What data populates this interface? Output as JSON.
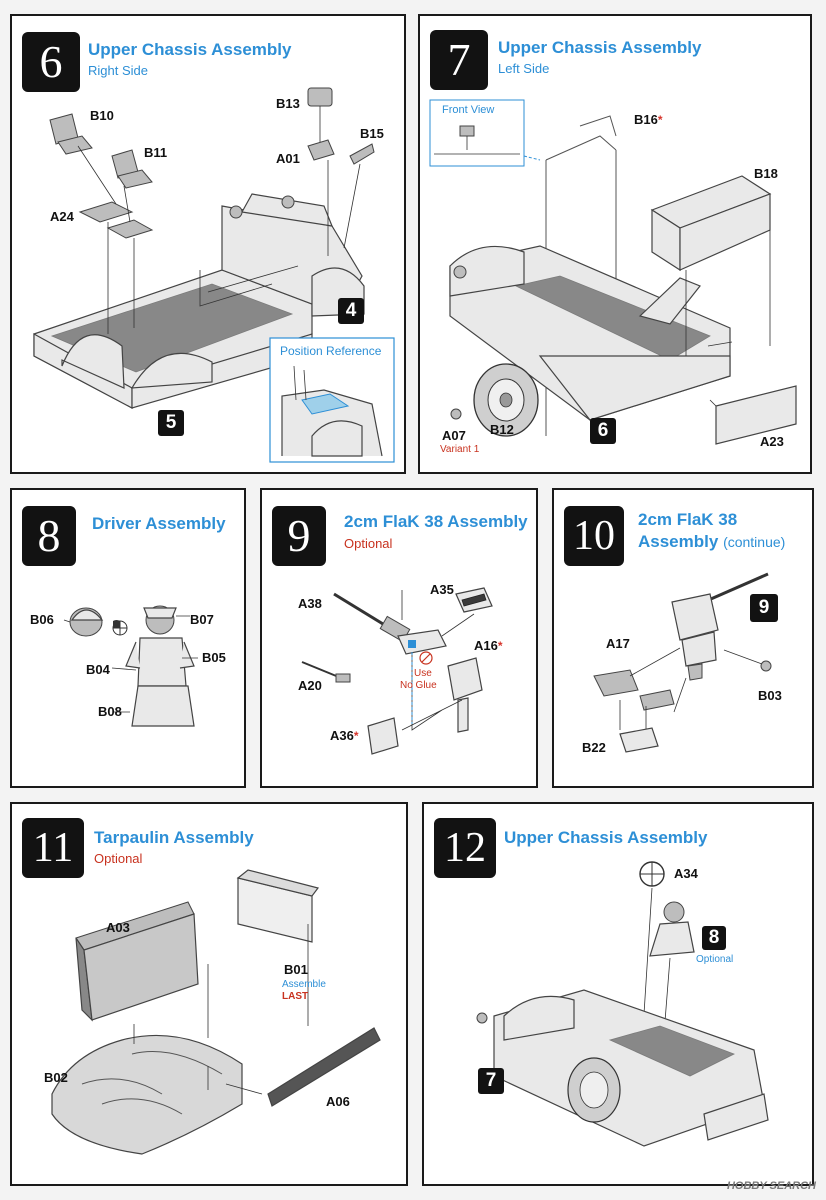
{
  "steps": [
    {
      "number": "6",
      "title": "Upper Chassis Assembly",
      "subtitle": "Right Side",
      "parts": [
        "B10",
        "B11",
        "A24",
        "B13",
        "A01",
        "B15"
      ],
      "refs": [
        "4",
        "5"
      ],
      "inset_label": "Position Reference"
    },
    {
      "number": "7",
      "title": "Upper Chassis Assembly",
      "subtitle": "Left Side",
      "parts": [
        "B16",
        "B18",
        "A07",
        "B12",
        "A23"
      ],
      "inset_label": "Front View",
      "variant_note": "Variant 1",
      "refs": [
        "6"
      ]
    },
    {
      "number": "8",
      "title": "Driver Assembly",
      "parts": [
        "B06",
        "B07",
        "B05",
        "B04",
        "B08"
      ]
    },
    {
      "number": "9",
      "title": "2cm FlaK 38 Assembly",
      "subtitle": "Optional",
      "parts": [
        "A38",
        "A35",
        "A16",
        "A20",
        "A36"
      ],
      "glue_note": [
        "Use",
        "No Glue"
      ]
    },
    {
      "number": "10",
      "title": "2cm FlaK 38",
      "title_line2": "Assembly",
      "title_suffix": "(continue)",
      "parts": [
        "A17",
        "B03",
        "B22"
      ],
      "refs": [
        "9"
      ]
    },
    {
      "number": "11",
      "title": "Tarpaulin Assembly",
      "subtitle": "Optional",
      "parts": [
        "A03",
        "B01",
        "B02",
        "A06"
      ],
      "assemble_note": "Assemble",
      "last_note": "LAST"
    },
    {
      "number": "12",
      "title": "Upper Chassis Assembly",
      "parts": [
        "A34"
      ],
      "refs": [
        "8",
        "7"
      ],
      "optional_note": "Optional"
    }
  ],
  "watermark": "HOBBY SEARCH",
  "colors": {
    "accent_blue": "#2d8fd6",
    "accent_red": "#c8321f",
    "step_box": "#121212",
    "highlight": "#9fd0ea"
  }
}
